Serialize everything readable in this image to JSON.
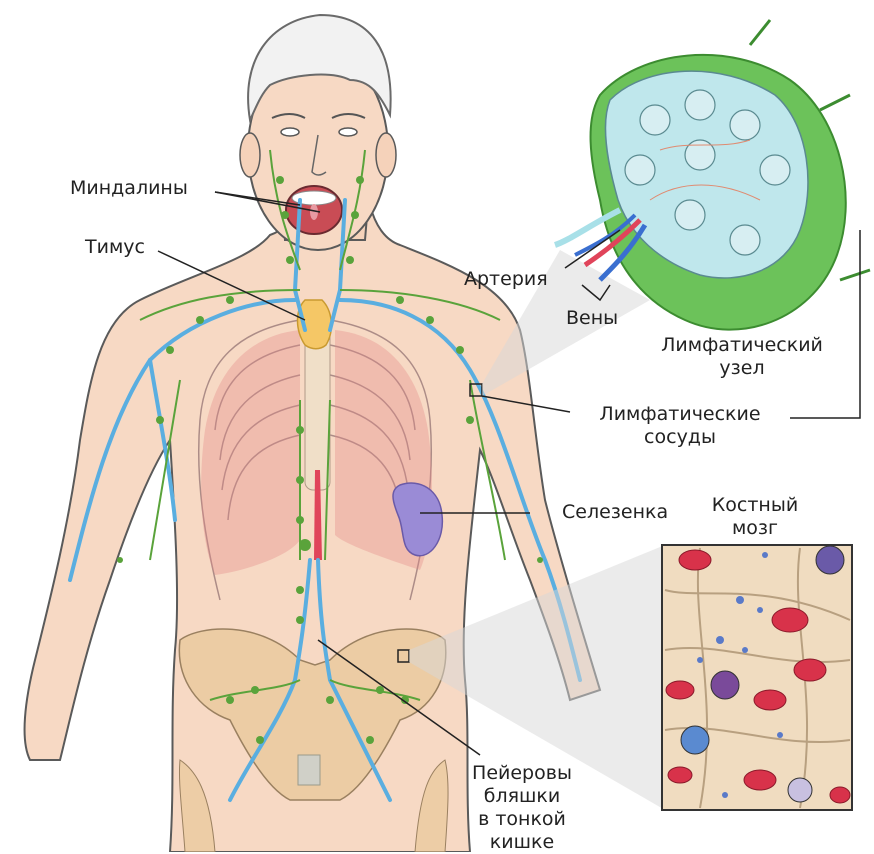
{
  "labels": {
    "tonsils": "Миндалины",
    "thymus": "Тимус",
    "artery": "Артерия",
    "veins": "Вены",
    "lymph_node_l1": "Лимфатический",
    "lymph_node_l2": "узел",
    "lymph_vessels_l1": "Лимфатические",
    "lymph_vessels_l2": "сосуды",
    "spleen": "Селезенка",
    "bone_marrow_l1": "Костный",
    "bone_marrow_l2": "мозг",
    "peyer_l1": "Пейеровы",
    "peyer_l2": "бляшки",
    "peyer_l3": "в тонкой",
    "peyer_l4": "кишке"
  },
  "colors": {
    "skin": "#f7d9c4",
    "outline": "#5a5a5a",
    "lymph_green": "#5aa33b",
    "vessel_blue": "#5aaee0",
    "artery_red": "#e0445a",
    "vein_blue": "#3a6fd0",
    "spleen_purple": "#9a8bd6",
    "thymus_yellow": "#f5c766",
    "node_capsule": "#6cc25a",
    "node_interior": "#bfe7ec",
    "marrow_bg": "#f0dcc0",
    "rbc": "#d8324a",
    "bone_pelvis": "#e8c79a",
    "lung": "#e38888"
  }
}
